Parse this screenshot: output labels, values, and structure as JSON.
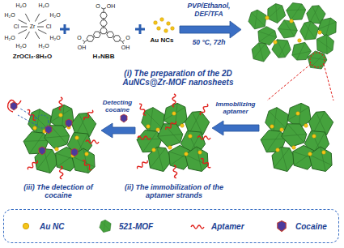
{
  "diagram": {
    "labels": [
      "H₂O",
      "H₂O",
      "H₂O",
      "H₂O",
      "H₂O",
      "H₂O",
      "H₂O",
      "H₂O",
      "Zr",
      "Cl",
      "Cl",
      "ZrOCl₂·8H₂O",
      "O",
      "OH",
      "O",
      "OH",
      "O",
      "OH",
      "H₃NBB",
      "Au NCs",
      "PVP/Ethanol, DEF/TFA",
      "50 °C, 72h",
      "(i) The preparation of the 2D AuNCs@Zr-MOF nanosheets",
      "Detecting cocaine",
      "Immobilizing aptamer",
      "(iii) The detection of cocaine",
      "(ii) The immobilization of the aptamer strands"
    ],
    "legend": [
      {
        "text": "Au NC"
      },
      {
        "text": "521-MOF"
      },
      {
        "text": "Aptamer"
      },
      {
        "text": "Cocaine"
      }
    ]
  }
}
